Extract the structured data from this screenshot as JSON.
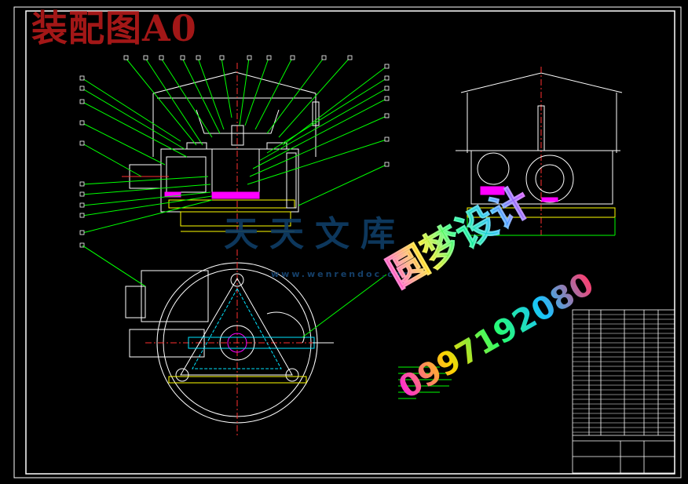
{
  "drawing": {
    "title": "装配图A0",
    "colors": {
      "background": "#000000",
      "border": "#ffffff",
      "title_red": "#a31717",
      "leader_green": "#00ff00",
      "part_magenta": "#ff00ff",
      "center_red": "#ff3030",
      "hidden_cyan": "#00e5ff",
      "frame_yellow": "#ffff00"
    }
  },
  "watermarks": {
    "site": "天天文库",
    "url": "www.wenrendoc.com",
    "designer": "圆梦设计",
    "phone": "0997192080"
  }
}
